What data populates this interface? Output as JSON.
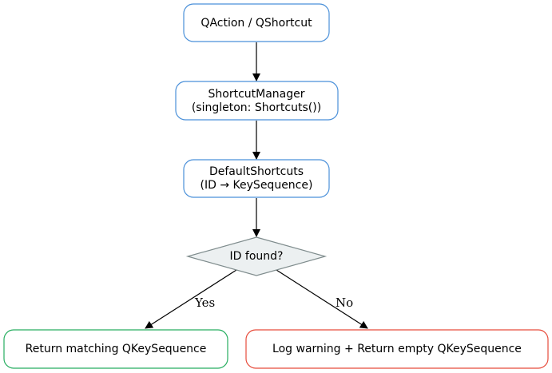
{
  "diagram": {
    "nodes": {
      "qaction": {
        "label": "QAction / QShortcut",
        "shape": "rounded-rect",
        "stroke": "#4a90d9"
      },
      "shortcut_manager": {
        "line1": "ShortcutManager",
        "line2": "(singleton: Shortcuts())",
        "shape": "rounded-rect",
        "stroke": "#4a90d9"
      },
      "default_shortcuts": {
        "line1": "DefaultShortcuts",
        "line2": "(ID → KeySequence)",
        "shape": "rounded-rect",
        "stroke": "#4a90d9"
      },
      "id_found": {
        "label": "ID found?",
        "shape": "diamond",
        "stroke": "#7f8c8d",
        "fill": "#ecf0f1"
      },
      "return_match": {
        "label": "Return matching QKeySequence",
        "shape": "rounded-rect",
        "stroke": "#27ae60"
      },
      "log_warning": {
        "label": "Log warning + Return empty QKeySequence",
        "shape": "rounded-rect",
        "stroke": "#e74c3c"
      }
    },
    "edges": {
      "yes_label": "Yes",
      "no_label": "No"
    },
    "edge_color": "#000000"
  }
}
